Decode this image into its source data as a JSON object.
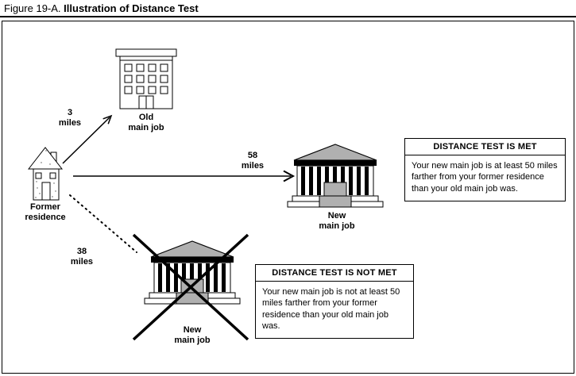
{
  "figure": {
    "label": "Figure 19-A.",
    "title": "Illustration of Distance Test"
  },
  "nodes": {
    "former_residence": {
      "label": "Former\nresidence"
    },
    "old_main_job": {
      "label": "Old\nmain job"
    },
    "new_main_job_met": {
      "label": "New\nmain job"
    },
    "new_main_job_not_met": {
      "label": "New\nmain job"
    }
  },
  "distances": {
    "to_old_job": "3\nmiles",
    "to_new_job_met": "58\nmiles",
    "to_new_job_not_met": "38\nmiles"
  },
  "callouts": {
    "met": {
      "heading": "DISTANCE TEST IS MET",
      "body": "Your new main job is at least 50 miles farther from your former residence than your old main job was."
    },
    "not_met": {
      "heading": "DISTANCE TEST IS NOT MET",
      "body": "Your new main job is not at least 50 miles farther from your former residence than your old main job was."
    }
  },
  "icons": {
    "former_residence": "house-icon",
    "old_main_job": "office-building-icon",
    "new_main_job": "columned-building-icon",
    "rejected_route_marker": "x-cross-icon",
    "solid_route": "arrow-icon",
    "dotted_route": "dotted-arrow-icon"
  },
  "colors": {
    "line": "#000000",
    "building_gray": "#b0b0b0",
    "background": "#ffffff"
  }
}
